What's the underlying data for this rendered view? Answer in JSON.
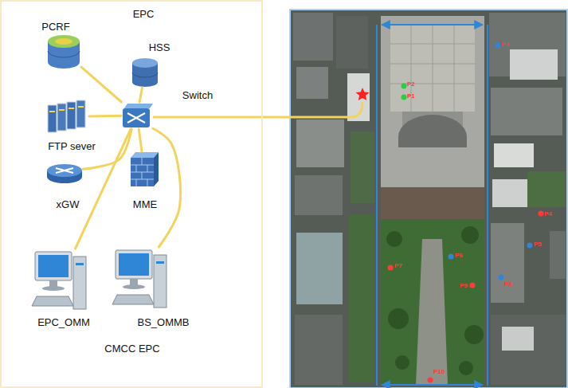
{
  "diagram": {
    "nodes": [
      {
        "text": [
          "EPC",
          "CMCC EPC"
        ]
      },
      {
        "text": [
          "PCRF"
        ],
        "in": 0
      },
      {
        "text": [
          "HSS"
        ],
        "in": 0
      },
      {
        "text": [
          "Switch"
        ],
        "in": 0
      },
      {
        "text": [
          "FTP sever"
        ],
        "in": 0
      },
      {
        "text": [
          "xGW"
        ],
        "in": 0
      },
      {
        "text": [
          "MME"
        ],
        "in": 0
      },
      {
        "text": [
          "EPC_OMM"
        ],
        "in": 0
      },
      {
        "text": [
          "BS_OMMB"
        ],
        "in": 0
      }
    ],
    "edges": [
      {
        "from": 3,
        "to": 1,
        "arrow": "none"
      },
      {
        "from": 3,
        "to": 2,
        "arrow": "none"
      },
      {
        "from": 3,
        "to": 4,
        "arrow": "none"
      },
      {
        "from": 3,
        "to": 5,
        "arrow": "none"
      },
      {
        "from": 3,
        "to": 6,
        "arrow": "none"
      },
      {
        "from": 3,
        "to": 7,
        "arrow": "none"
      },
      {
        "from": 3,
        "to": 8,
        "arrow": "none"
      }
    ],
    "labels": [
      "P2",
      "P1",
      "P3",
      "P4",
      "P5",
      "P6",
      "P7",
      "P8",
      "P9",
      "P10"
    ]
  }
}
